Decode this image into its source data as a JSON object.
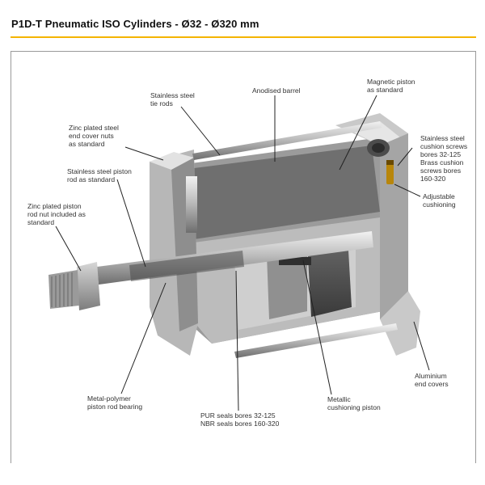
{
  "header": {
    "title": "P1D-T Pneumatic ISO Cylinders - Ø32 - Ø320 mm",
    "accent_color": "#f4b400"
  },
  "labels": {
    "tie_rods": [
      "Stainless steel",
      "tie rods"
    ],
    "barrel": [
      "Anodised barrel"
    ],
    "magnetic_piston": [
      "Magnetic piston",
      "as standard"
    ],
    "cover_nuts": [
      "Zinc plated steel",
      "end cover nuts",
      "as standard"
    ],
    "cushion_screws": [
      "Stainless steel",
      "cushion screws",
      "bores 32-125",
      "Brass cushion",
      "screws bores",
      "160-320"
    ],
    "piston_rod": [
      "Stainless steel piston",
      "rod as standard"
    ],
    "rod_nut": [
      "Zinc plated piston",
      "rod nut included as",
      "standard"
    ],
    "adjustable_cushioning": [
      "Adjustable",
      "cushioning"
    ],
    "bearing": [
      "Metal-polymer",
      "piston rod bearing"
    ],
    "seals": [
      "PUR seals bores 32-125",
      "NBR seals bores 160-320"
    ],
    "cushioning_piston": [
      "Metallic",
      "cushioning piston"
    ],
    "end_covers": [
      "Aluminium",
      "end covers"
    ]
  }
}
